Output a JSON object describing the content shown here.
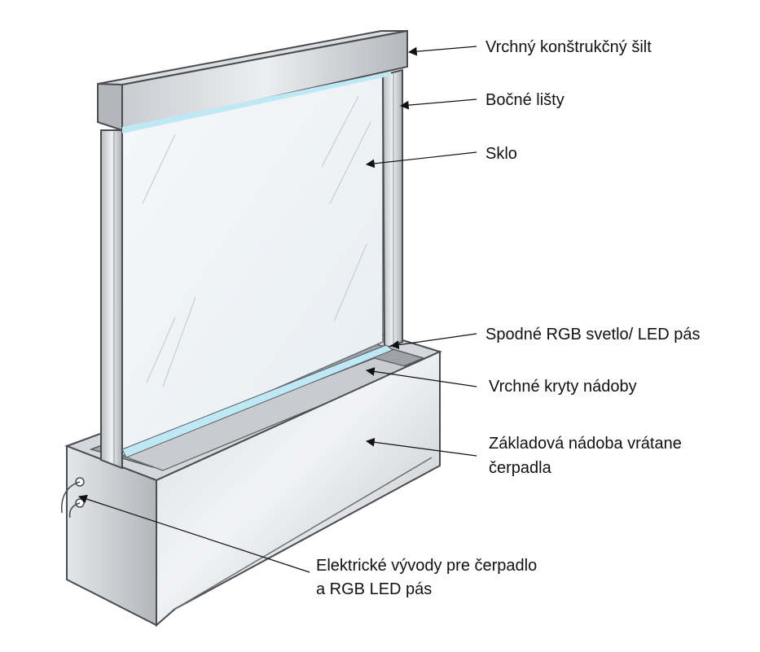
{
  "labels": {
    "top_canopy": "Vrchný konštrukčný šilt",
    "side_rails": "Bočné lišty",
    "glass": "Sklo",
    "bottom_led": "Spodné RGB svetlo/ LED pás",
    "tank_covers": "Vrchné kryty nádoby",
    "base_tank_line1": "Základová nádoba vrátane",
    "base_tank_line2": "čerpadla",
    "electrical_line1": "Elektrické vývody pre čerpadlo",
    "electrical_line2": "a RGB LED pás"
  },
  "colors": {
    "metal_light": "#e6e7ea",
    "metal_mid": "#c4c7cc",
    "metal_dark": "#8d9096",
    "outline": "#4a4c50",
    "led_glow": "#bfe8f5",
    "glass": "#eef3f6"
  }
}
